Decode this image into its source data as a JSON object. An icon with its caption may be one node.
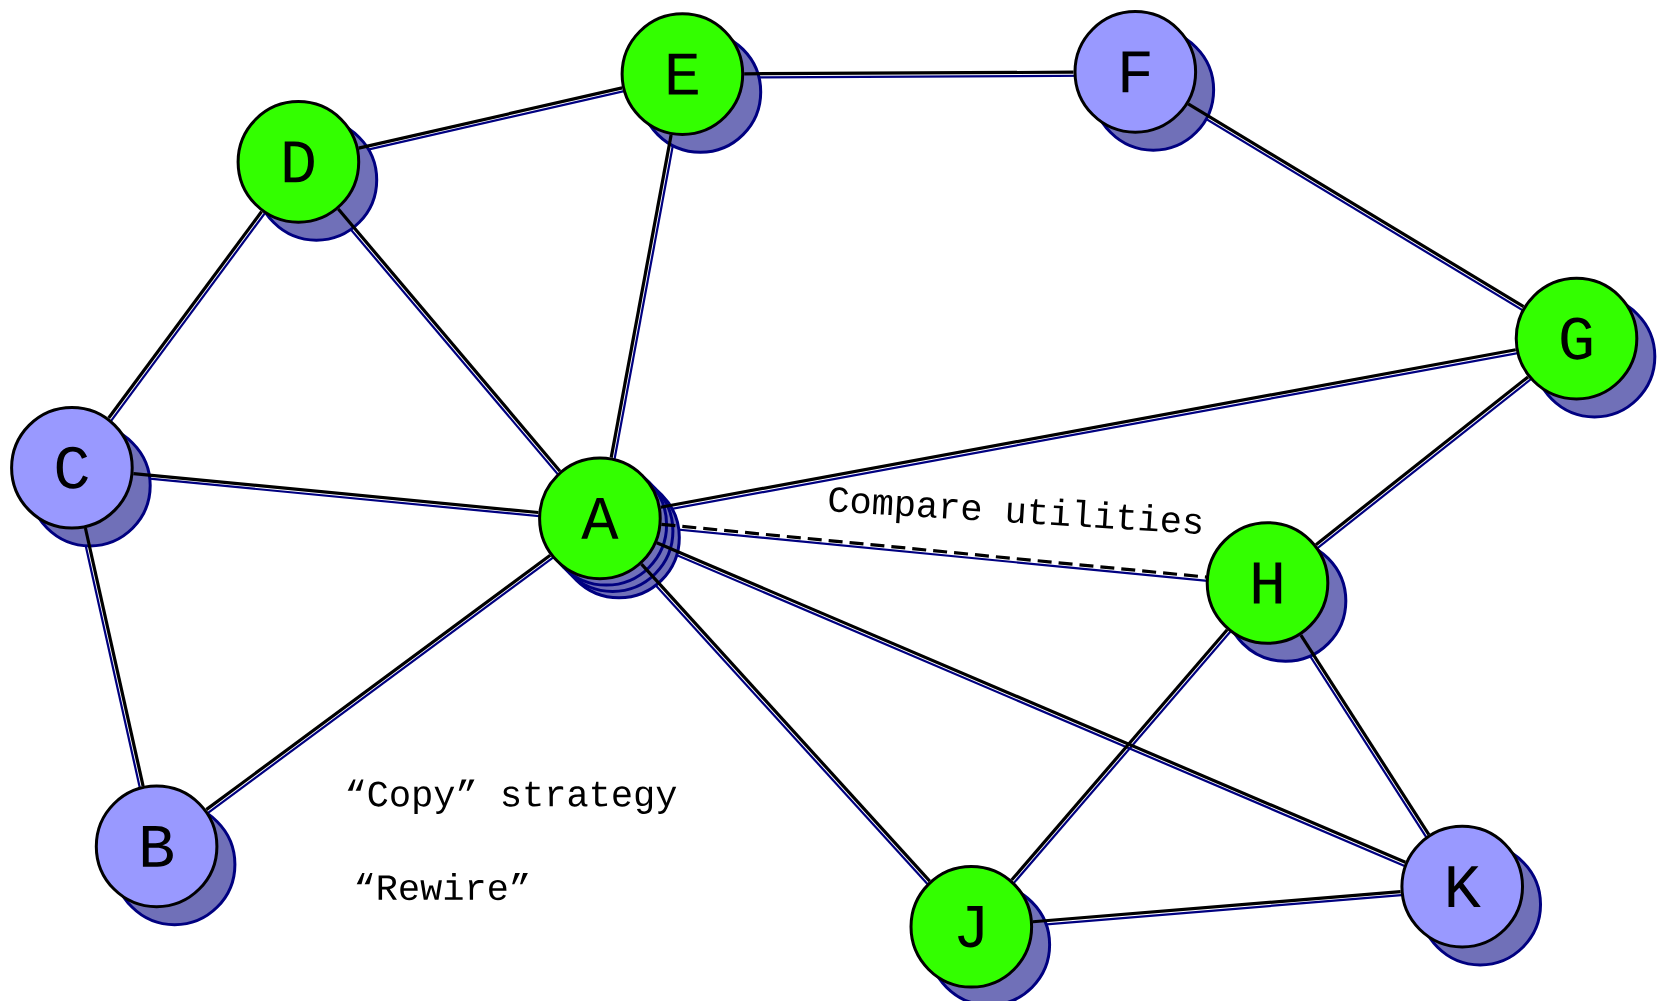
{
  "diagram": {
    "nodes": [
      {
        "text": [
          "A"
        ]
      },
      {
        "text": [
          "B"
        ]
      },
      {
        "text": [
          "C"
        ]
      },
      {
        "text": [
          "D"
        ]
      },
      {
        "text": [
          "E"
        ]
      },
      {
        "text": [
          "F"
        ]
      },
      {
        "text": [
          "G"
        ]
      },
      {
        "text": [
          "H"
        ]
      },
      {
        "text": [
          "J"
        ]
      },
      {
        "text": [
          "K"
        ]
      }
    ],
    "edges": [
      {
        "from": 2,
        "to": 0,
        "arrow": "none"
      },
      {
        "from": 3,
        "to": 0,
        "arrow": "none"
      },
      {
        "from": 4,
        "to": 0,
        "arrow": "none"
      },
      {
        "from": 1,
        "to": 0,
        "arrow": "none"
      },
      {
        "from": 0,
        "to": 6,
        "arrow": "none"
      },
      {
        "from": 0,
        "to": 7,
        "arrow": "none",
        "style": "dashed"
      },
      {
        "from": 0,
        "to": 8,
        "arrow": "none"
      },
      {
        "from": 0,
        "to": 9,
        "arrow": "none"
      },
      {
        "from": 3,
        "to": 2,
        "arrow": "none"
      },
      {
        "from": 2,
        "to": 1,
        "arrow": "none"
      },
      {
        "from": 3,
        "to": 4,
        "arrow": "none"
      },
      {
        "from": 4,
        "to": 5,
        "arrow": "none"
      },
      {
        "from": 5,
        "to": 6,
        "arrow": "none"
      },
      {
        "from": 6,
        "to": 7,
        "arrow": "none"
      },
      {
        "from": 7,
        "to": 8,
        "arrow": "none"
      },
      {
        "from": 7,
        "to": 9,
        "arrow": "none"
      },
      {
        "from": 8,
        "to": 9,
        "arrow": "none"
      }
    ],
    "labels": [
      "Compare utilities",
      "“Copy” strategy",
      "“Rewire”"
    ]
  }
}
